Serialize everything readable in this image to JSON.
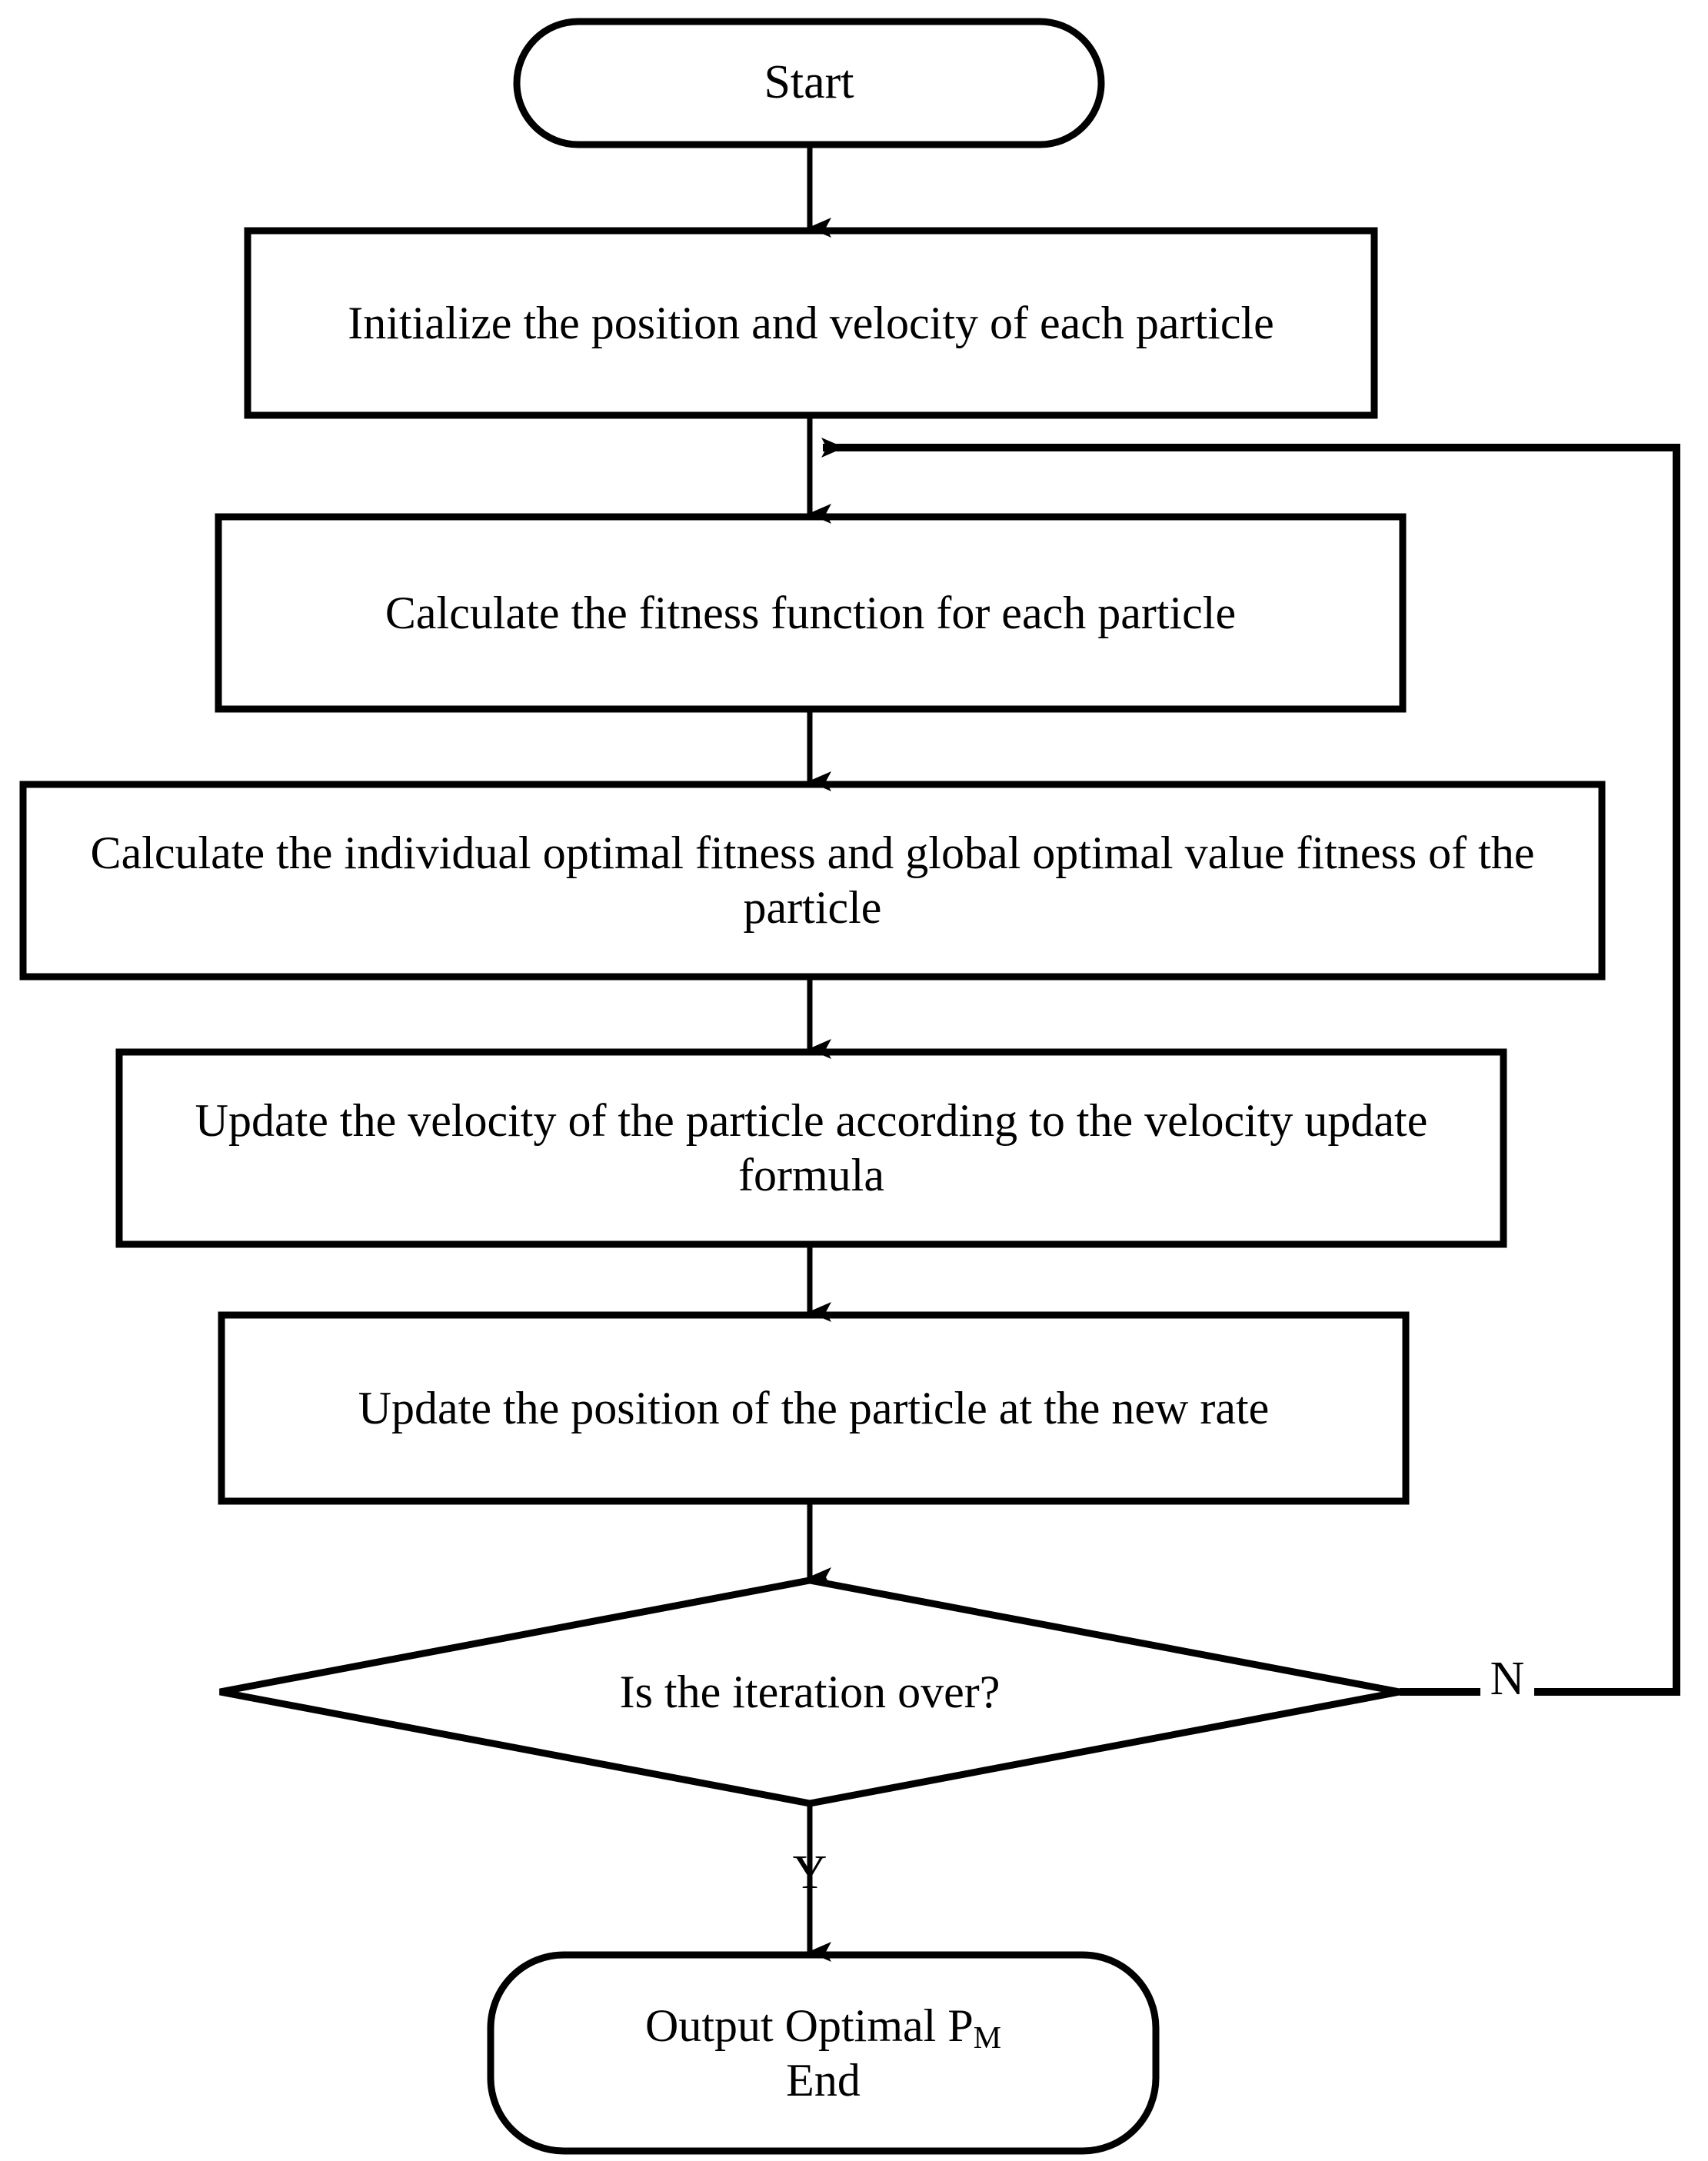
{
  "diagram": {
    "type": "flowchart",
    "title": "Particle Swarm Optimization (PSO) algorithm flowchart",
    "orientation": "top-to-bottom",
    "background_color": "#ffffff",
    "line_color": "#000000",
    "text_color": "#000000"
  },
  "nodes": {
    "start": {
      "shape": "terminator",
      "label": "Start"
    },
    "initialize": {
      "shape": "process",
      "label": "Initialize the position and velocity of each particle"
    },
    "fitness": {
      "shape": "process",
      "label": "Calculate the fitness function for each particle"
    },
    "optimal": {
      "shape": "process",
      "label": "Calculate the individual optimal fitness and global optimal value fitness of the particle"
    },
    "velocity": {
      "shape": "process",
      "label": "Update the velocity of the particle according to the velocity update formula"
    },
    "position": {
      "shape": "process",
      "label": "Update the position of the particle at the new rate"
    },
    "decision": {
      "shape": "decision",
      "label": "Is the iteration over?"
    },
    "end": {
      "shape": "terminator",
      "label_line1_prefix": "Output Optimal P",
      "label_line1_subscript": "M",
      "label_line2": "End"
    }
  },
  "edge_labels": {
    "no": "N",
    "yes": "Y"
  }
}
